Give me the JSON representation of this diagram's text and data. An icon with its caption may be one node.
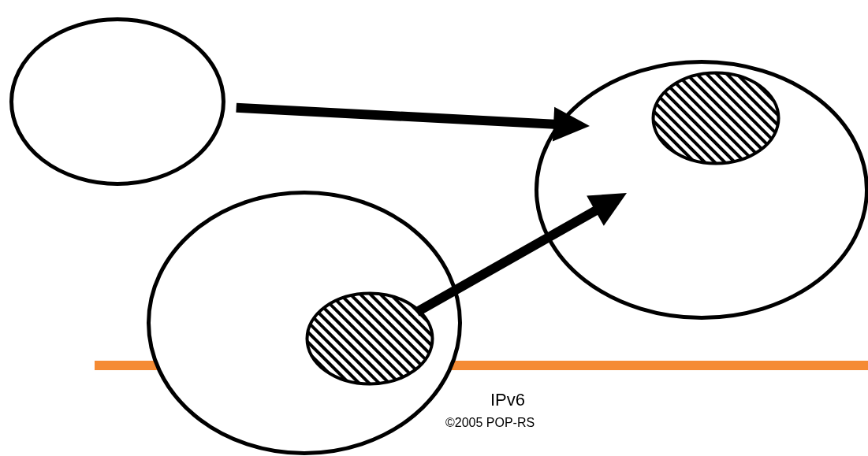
{
  "diagram": {
    "nodes": [
      {
        "text": [],
        "shape": "circle"
      },
      {
        "text": [],
        "shape": "circle"
      },
      {
        "text": [],
        "shape": "circle",
        "in": 1
      },
      {
        "text": [],
        "shape": "circle"
      },
      {
        "text": [],
        "shape": "circle",
        "in": 3
      }
    ],
    "edges": [
      {
        "from": 0,
        "to": 1,
        "arrow": "to"
      },
      {
        "from": 4,
        "to": 1,
        "arrow": "to"
      }
    ],
    "labels": [
      "IPv6",
      "©2005 POP-RS"
    ]
  }
}
